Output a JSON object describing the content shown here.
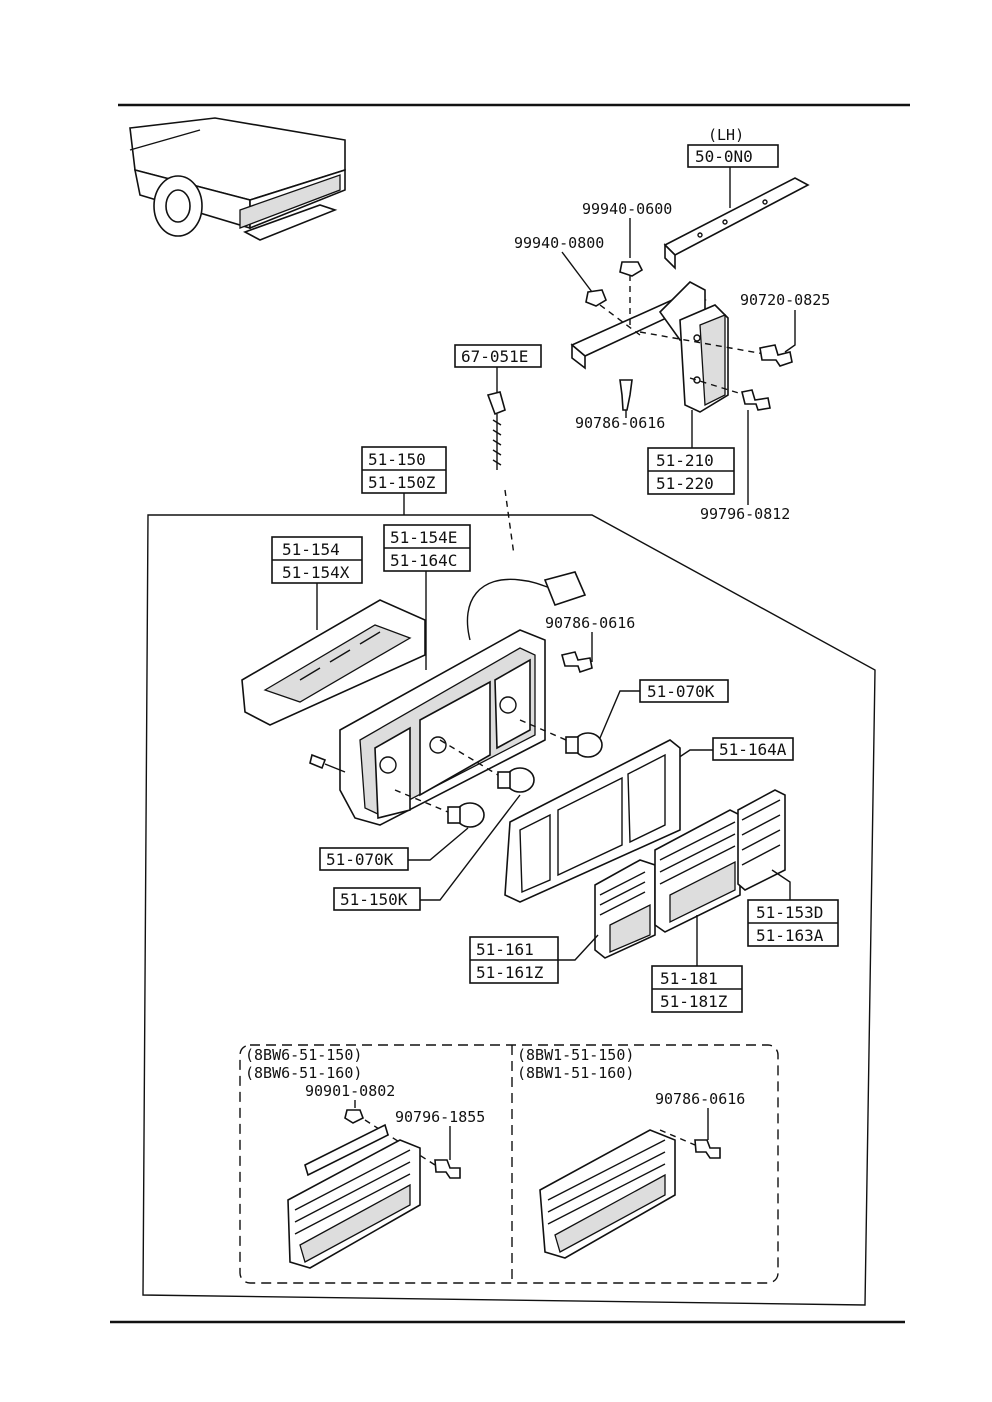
{
  "header": {
    "variant": "(LH)"
  },
  "labels": {
    "bracket_top": "50-0N0",
    "nut_a": "99940-0600",
    "nut_b": "99940-0800",
    "bolt_a": "90720-0825",
    "bolt_b": "90786-0616",
    "bracket_pair": [
      "51-210",
      "51-220"
    ],
    "bolt_c": "99796-0812",
    "wire": "67-051E",
    "lamp_assy": [
      "51-150",
      "51-150Z"
    ],
    "lens_upper": [
      "51-154",
      "51-154X"
    ],
    "housing": [
      "51-154E",
      "51-164C"
    ],
    "bolt_d": "90786-0616",
    "bulb_a": "51-070K",
    "gasket": "51-164A",
    "bulb_b": "51-070K",
    "socket": "51-150K",
    "lens_left": [
      "51-161",
      "51-161Z"
    ],
    "lens_mid": [
      "51-181",
      "51-181Z"
    ],
    "lens_right": [
      "51-153D",
      "51-163A"
    ]
  },
  "variants": {
    "left": {
      "codes": [
        "(8BW6-51-150)",
        "(8BW6-51-160)"
      ],
      "nut": "90901-0802",
      "bolt": "90796-1855"
    },
    "right": {
      "codes": [
        "(8BW1-51-150)",
        "(8BW1-51-160)"
      ],
      "bolt": "90786-0616"
    }
  }
}
